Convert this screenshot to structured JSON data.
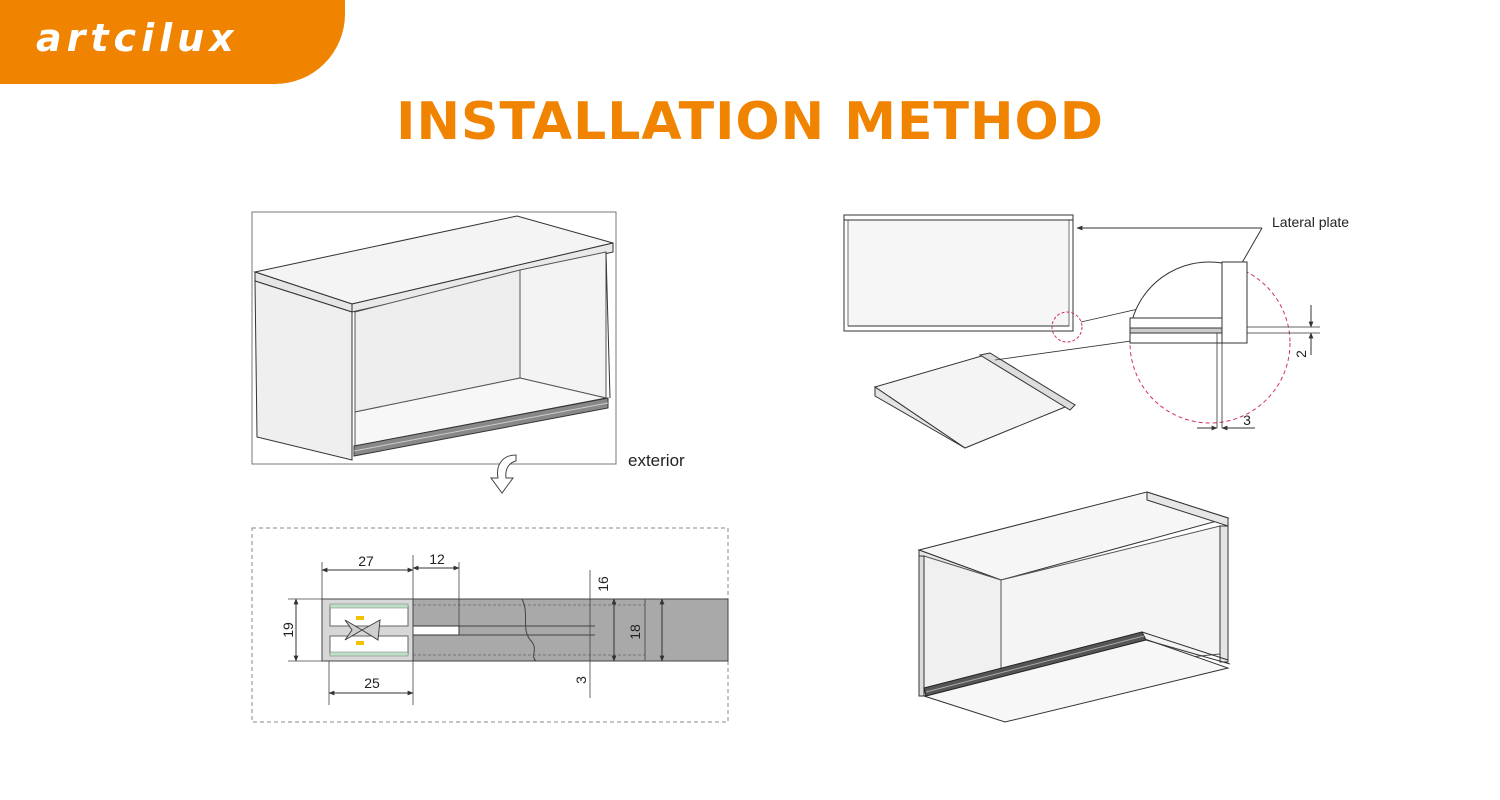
{
  "brand": {
    "logo_text": "artcilux",
    "accent_color": "#F08300"
  },
  "header": {
    "title": "INSTALLATION METHOD"
  },
  "figure_cabinet": {
    "label": "exterior",
    "arrow_icon": "curved-down-arrow-icon"
  },
  "figure_section": {
    "dimensions": {
      "width_top": "27",
      "gap": "12",
      "height_left": "19",
      "width_bottom": "25",
      "board_offset": "16",
      "board_height": "18",
      "slot": "3"
    }
  },
  "figure_detail": {
    "callout": "Lateral plate",
    "dim_vertical": "2",
    "dim_horizontal": "3"
  }
}
